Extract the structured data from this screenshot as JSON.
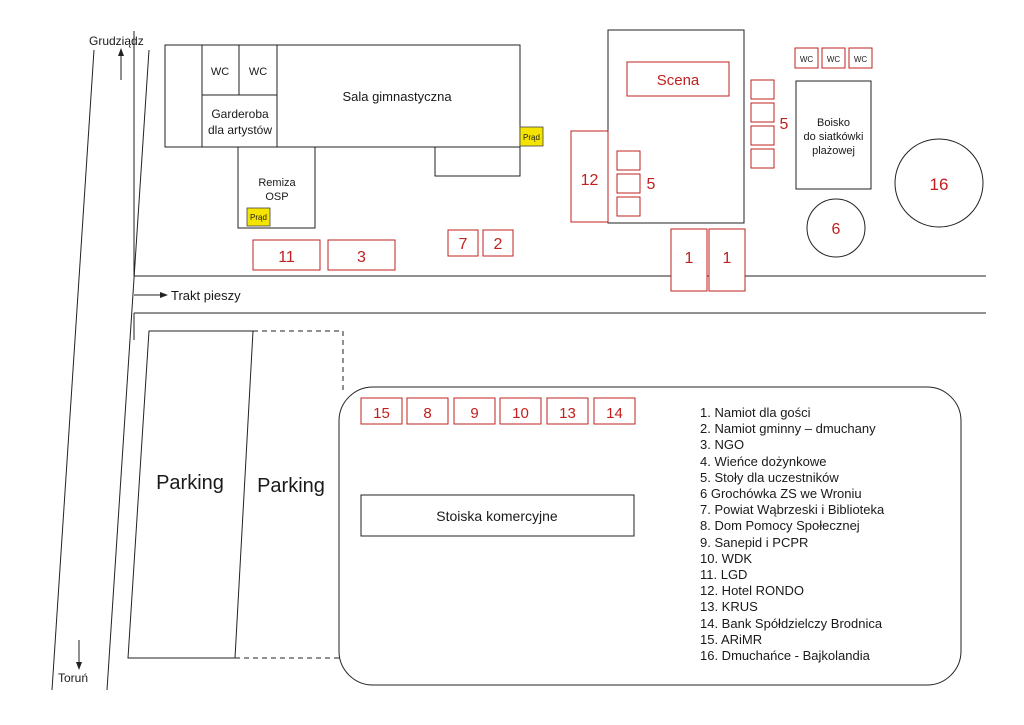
{
  "directions": {
    "north": "Grudziądz",
    "south": "Toruń",
    "walkway": "Trakt pieszy"
  },
  "buildings": {
    "gym": "Sala gimnastyczna",
    "wc_labels": [
      "WC",
      "WC"
    ],
    "dressing_room_line1": "Garderoba",
    "dressing_room_line2": "dla artystów",
    "fire_station_line1": "Remiza",
    "fire_station_line2": "OSP",
    "power_label": "Prąd",
    "stage": "Scena",
    "volleyball_line1": "Boisko",
    "volleyball_line2": "do siatkówki",
    "volleyball_line3": "plażowej",
    "small_wc_labels": [
      "WC",
      "WC",
      "WC"
    ],
    "commercial_stands": "Stoiska komercyjne"
  },
  "parking": [
    "Parking",
    "Parking"
  ],
  "markers": {
    "stall_11": "11",
    "stall_3": "3",
    "stall_7": "7",
    "stall_2": "2",
    "stall_12": "12",
    "tables_5_left": "5",
    "tables_5_right": "5",
    "tent_1a": "1",
    "tent_1b": "1",
    "inflatable_16": "16",
    "soup_6": "6",
    "row": [
      "15",
      "8",
      "9",
      "10",
      "13",
      "14"
    ]
  },
  "legend": [
    "1. Namiot dla gości",
    "2. Namiot gminny – dmuchany",
    "3. NGO",
    "4. Wieńce dożynkowe",
    "5. Stoły dla uczestników",
    "6  Grochówka ZS we Wroniu",
    "7. Powiat Wąbrzeski i Biblioteka",
    "8. Dom Pomocy Społecznej",
    "9. Sanepid i PCPR",
    "10. WDK",
    "11. LGD",
    "12. Hotel RONDO",
    "13. KRUS",
    "14. Bank Spółdzielczy Brodnica",
    "15. ARiMR",
    "16. Dmuchańce - Bajkolandia"
  ],
  "colors": {
    "marker": "#c0201f",
    "power": "#f5e300",
    "line": "#222222"
  }
}
